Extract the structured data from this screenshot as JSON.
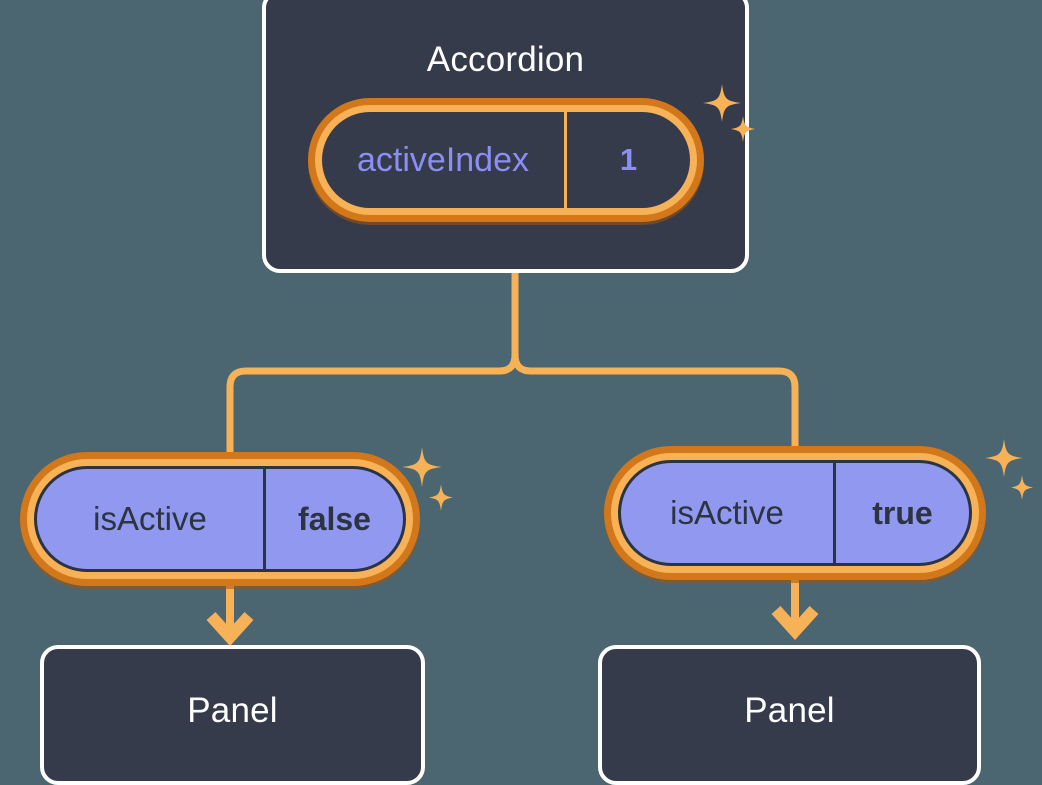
{
  "diagram": {
    "type": "component-state-tree",
    "background_color": "#4b6670",
    "accent_color": "#f7b257",
    "accent_dark_color": "#d2771a",
    "box_fill_color": "#353b4a",
    "box_border_color": "#ffffff",
    "pill_fill_color": "#9099ef",
    "pill_text_color": "#2c3342",
    "dark_pill_text_color": "#8b8ef5"
  },
  "root": {
    "title": "Accordion",
    "state": {
      "key": "activeIndex",
      "value": "1"
    },
    "sparkle_icon": "sparkle-icon"
  },
  "branches": [
    {
      "prop": {
        "key": "isActive",
        "value": "false"
      },
      "sparkle_icon": "sparkle-icon",
      "child": {
        "title": "Panel"
      },
      "arrow_icon": "arrow-down-icon"
    },
    {
      "prop": {
        "key": "isActive",
        "value": "true"
      },
      "sparkle_icon": "sparkle-icon",
      "child": {
        "title": "Panel"
      },
      "arrow_icon": "arrow-down-icon"
    }
  ],
  "edges": {
    "connector_icon": "tree-connector",
    "from": "Accordion",
    "to": [
      "isActive false",
      "isActive true"
    ]
  }
}
